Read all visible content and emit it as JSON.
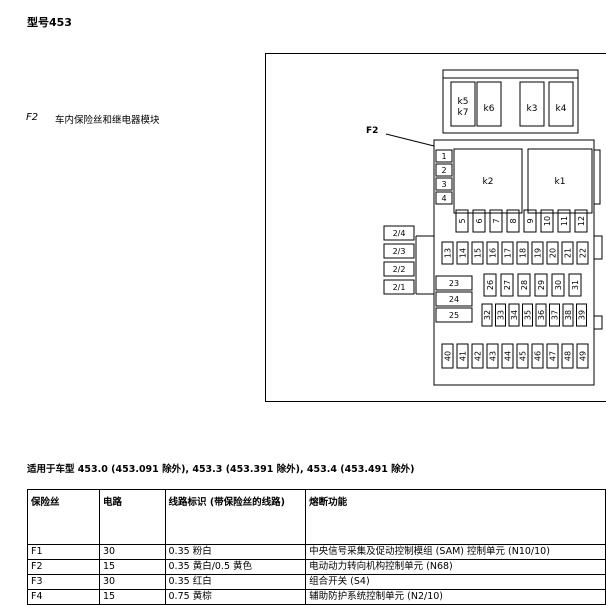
{
  "header": {
    "model_title": "型号453"
  },
  "diagram_caption": {
    "code": "F2",
    "description": "车内保险丝和继电器模块"
  },
  "fuse_box": {
    "pointer_label": "F2",
    "relays": {
      "k5k7": [
        "k5",
        "k7"
      ],
      "k6": "k6",
      "k3": "k3",
      "k4": "k4",
      "k2": "k2",
      "k1": "k1"
    },
    "small_fuses_left": [
      "1",
      "2",
      "3",
      "4"
    ],
    "side_fuses": [
      "2/4",
      "2/3",
      "2/2",
      "2/1"
    ],
    "large_fuses": [
      "23",
      "24",
      "25"
    ],
    "row_a": [
      "5",
      "6",
      "7",
      "8",
      "9",
      "10",
      "11",
      "12"
    ],
    "row_b": [
      "13",
      "14",
      "15",
      "16",
      "17",
      "18",
      "19",
      "20",
      "21",
      "22"
    ],
    "row_c": [
      "26",
      "27",
      "28",
      "29",
      "30",
      "31"
    ],
    "row_d": [
      "32",
      "33",
      "34",
      "35",
      "36",
      "37",
      "38",
      "39"
    ],
    "row_e": [
      "40",
      "41",
      "42",
      "43",
      "44",
      "45",
      "46",
      "47",
      "48",
      "49"
    ]
  },
  "applicability": "适用于车型 453.0 (453.091 除外), 453.3 (453.391 除外), 453.4 (453.491 除外)",
  "table": {
    "headers": [
      "保险丝",
      "电路",
      "线路标识 (带保险丝的线路)",
      "熔断功能"
    ],
    "rows": [
      [
        "F1",
        "30",
        "0.35 粉白",
        "中央信号采集及促动控制模组 (SAM) 控制单元 (N10/10)"
      ],
      [
        "F2",
        "15",
        "0.35 黄白/0.5 黄色",
        "电动动力转向机构控制单元 (N68)"
      ],
      [
        "F3",
        "30",
        "0.35 红白",
        "组合开关 (S4)"
      ],
      [
        "F4",
        "15",
        "0.75 黄棕",
        "辅助防护系统控制单元 (N2/10)"
      ]
    ]
  }
}
